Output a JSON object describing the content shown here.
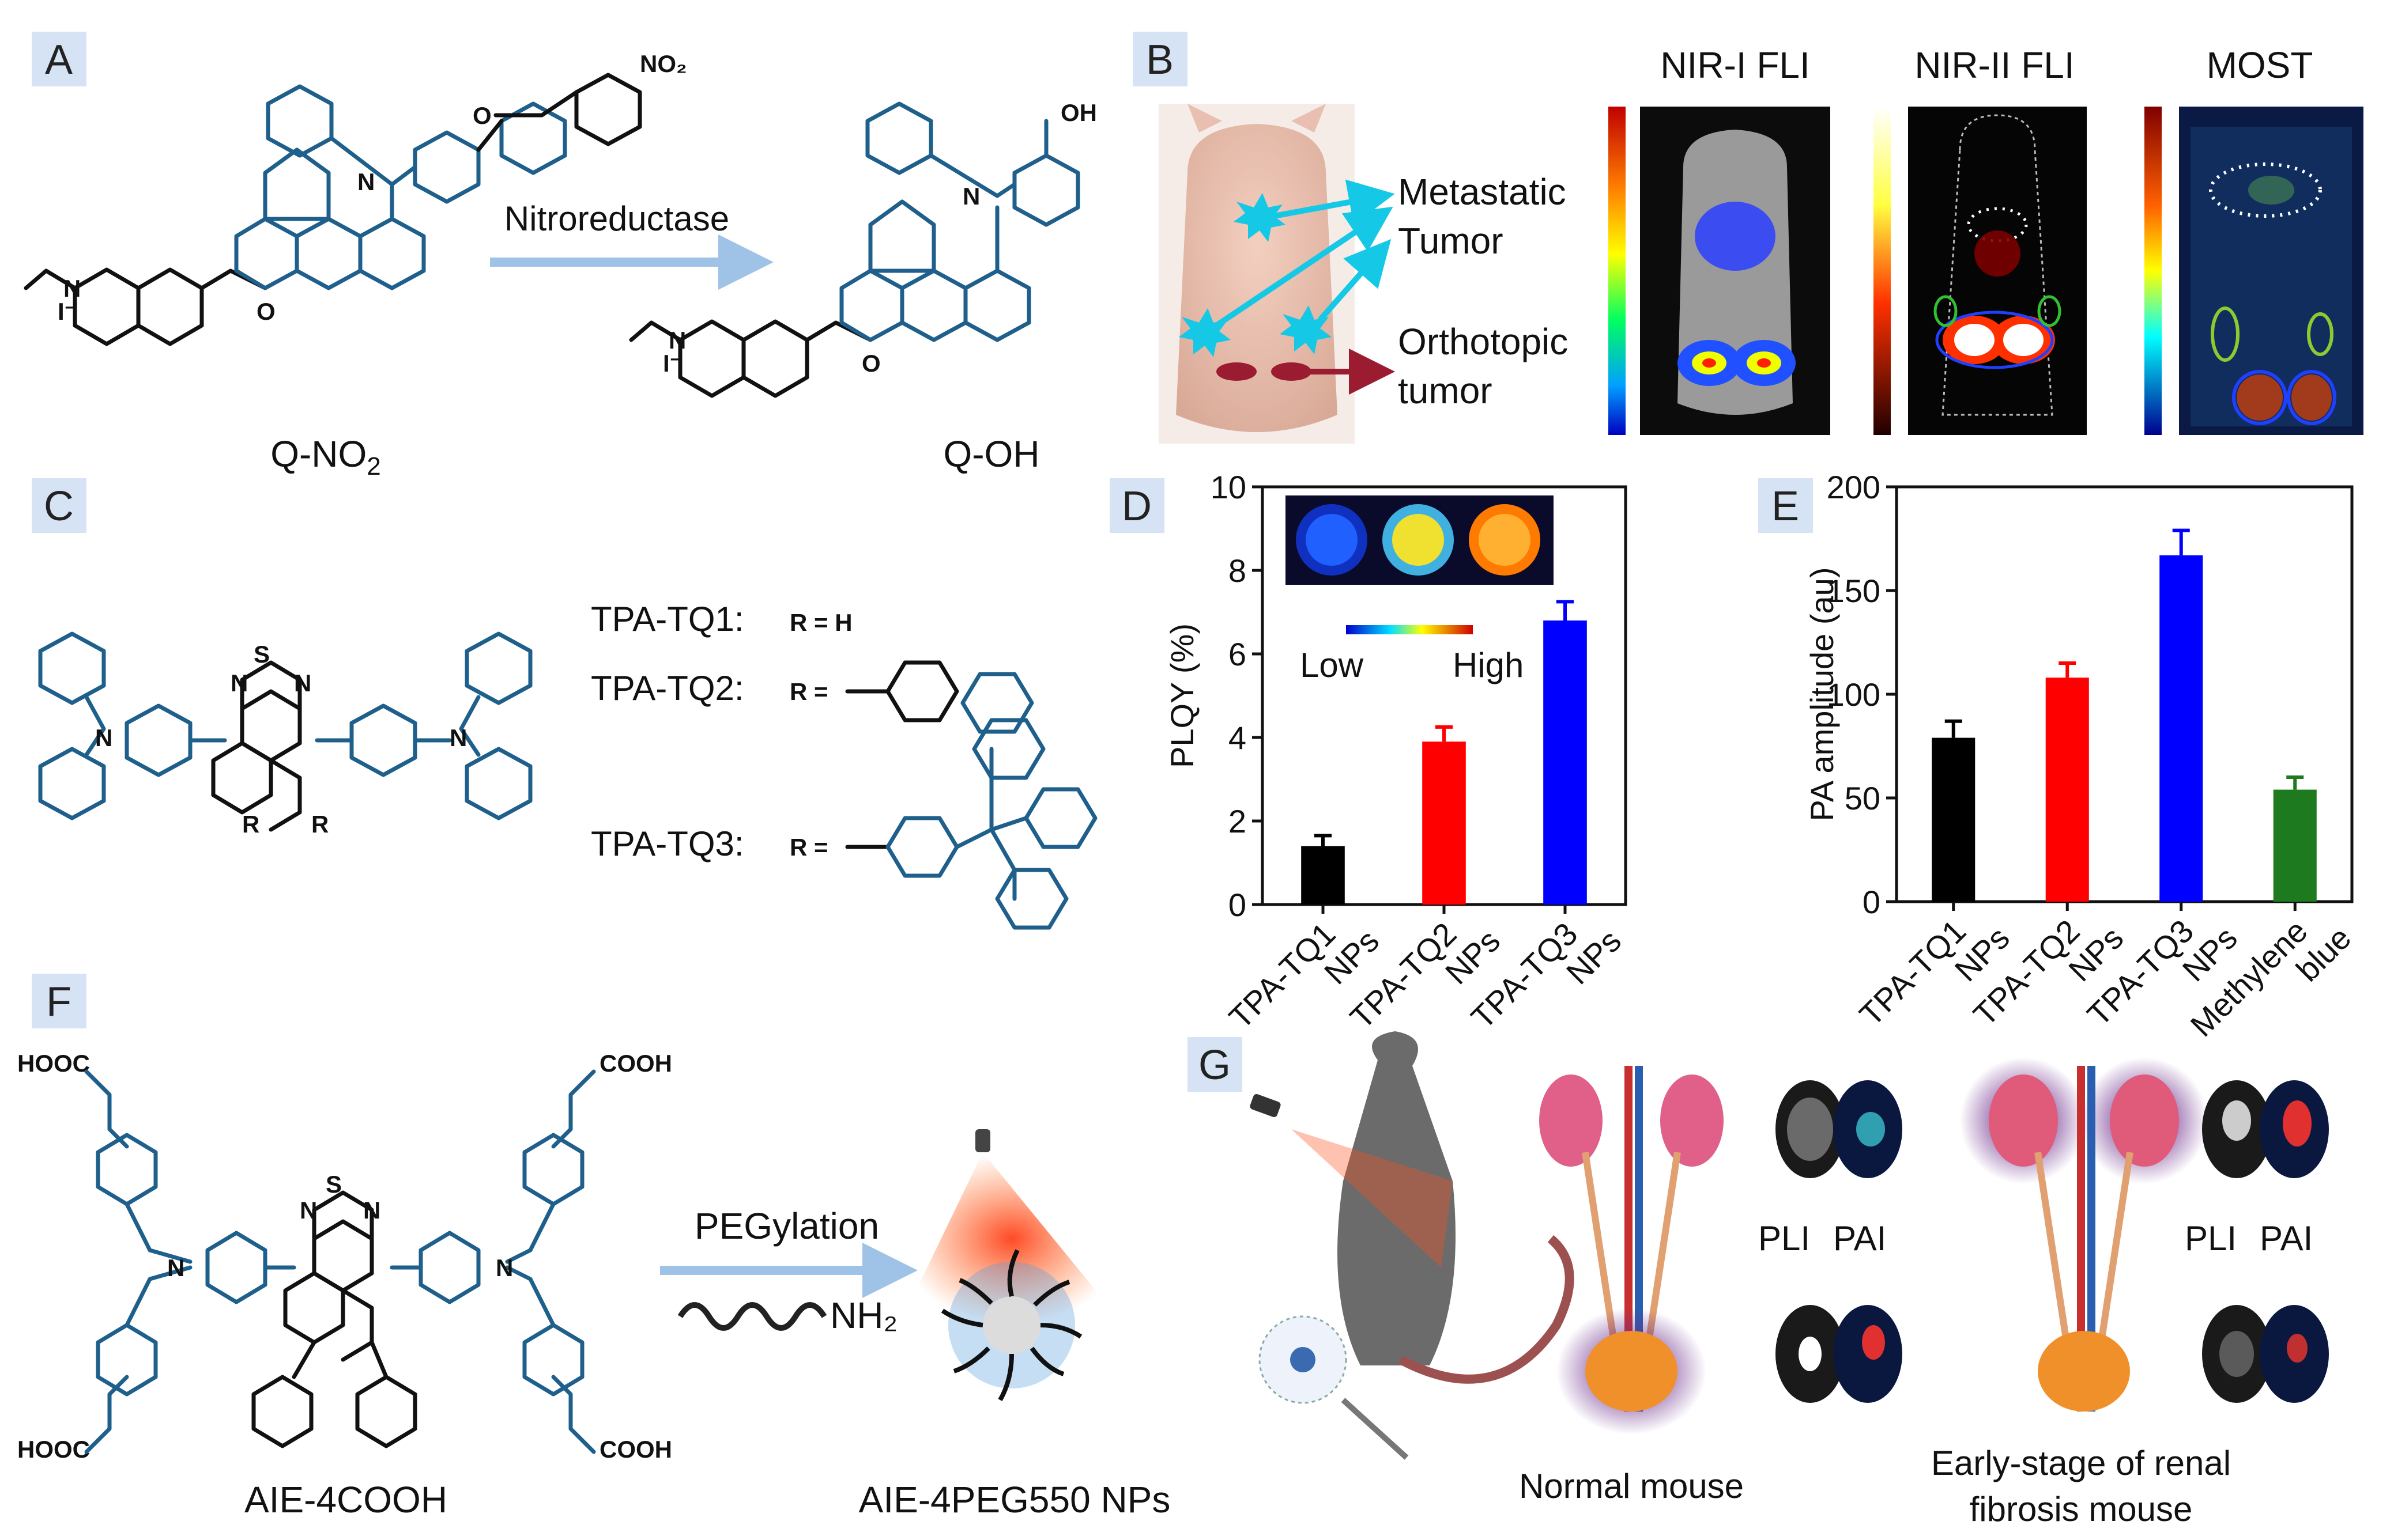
{
  "panels": {
    "A": {
      "tag": "A",
      "enzyme": "Nitroreductase",
      "nitro_group": "NO₂",
      "hydroxyl_group": "OH",
      "iodide": "I⁻",
      "compound_left_main": "Q-NO",
      "compound_left_sub": "2",
      "compound_right": "Q-OH"
    },
    "B": {
      "tag": "B",
      "headers": [
        "NIR-I FLI",
        "NIR-II FLI",
        "MOST"
      ],
      "label_metastatic_1": "Metastatic",
      "label_metastatic_2": "Tumor",
      "label_orthotopic_1": "Orthotopic",
      "label_orthotopic_2": "tumor"
    },
    "C": {
      "tag": "C",
      "tq1": "TPA-TQ1:",
      "tq1_r": "R = H",
      "tq2": "TPA-TQ2:",
      "tq2_r": "R =",
      "tq3": "TPA-TQ3:",
      "tq3_r": "R =",
      "r_label": "R"
    },
    "D": {
      "tag": "D",
      "scale_low": "Low",
      "scale_high": "High"
    },
    "E": {
      "tag": "E"
    },
    "F": {
      "tag": "F",
      "cooh": "COOH",
      "hooc": "HOOC",
      "reaction": "PEGylation",
      "reagent": "NH₂",
      "compound": "AIE-4COOH",
      "product": "AIE-4PEG550 NPs"
    },
    "G": {
      "tag": "G",
      "pli": "PLI",
      "pai": "PAI",
      "normal": "Normal mouse",
      "fibrosis_1": "Early-stage of renal",
      "fibrosis_2": "fibrosis mouse"
    }
  },
  "colors": {
    "structure_blue": "#1f5f8b",
    "arrow_blue": "#9ec3e6",
    "arrow_red": "#9b1b30",
    "cyan": "#14c8e6"
  },
  "chart_data": [
    {
      "type": "bar",
      "panel": "D",
      "categories": [
        [
          "TPA-TQ1",
          "NPs"
        ],
        [
          "TPA-TQ2",
          "NPs"
        ],
        [
          "TPA-TQ3",
          "NPs"
        ]
      ],
      "values": [
        1.4,
        3.9,
        6.8
      ],
      "errors": [
        0.25,
        0.35,
        0.45
      ],
      "bar_colors": [
        "#000000",
        "#ff0000",
        "#0000ff"
      ],
      "ylabel": "PLQY (%)",
      "ylim": [
        0,
        10
      ],
      "yticks": [
        0,
        2,
        4,
        6,
        8,
        10
      ]
    },
    {
      "type": "bar",
      "panel": "E",
      "categories": [
        [
          "TPA-TQ1",
          "NPs"
        ],
        [
          "TPA-TQ2",
          "NPs"
        ],
        [
          "TPA-TQ3",
          "NPs"
        ],
        [
          "Methylene",
          "blue"
        ]
      ],
      "values": [
        79,
        108,
        167,
        54
      ],
      "errors": [
        8,
        7,
        12,
        6
      ],
      "bar_colors": [
        "#000000",
        "#ff0000",
        "#0000ff",
        "#1e7a1e"
      ],
      "ylabel": "PA amplitude (au)",
      "ylim": [
        0,
        200
      ],
      "yticks": [
        0,
        50,
        100,
        150,
        200
      ]
    }
  ]
}
